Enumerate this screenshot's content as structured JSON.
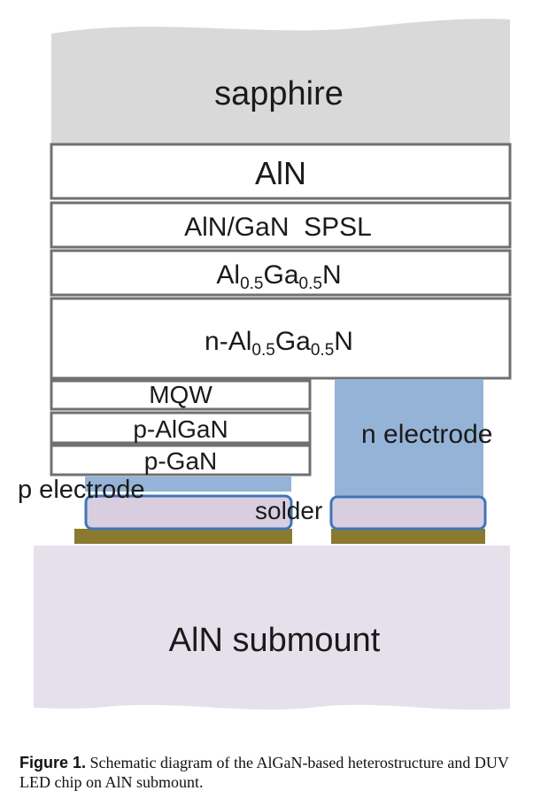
{
  "layers": {
    "sapphire": "sapphire",
    "aln": "AlN",
    "spsl": "AlN/GaN  SPSL",
    "algan": {
      "base_a": "Al",
      "sub_a": "0.5",
      "base_b": "Ga",
      "sub_b": "0.5",
      "tail": "N"
    },
    "n_algan": {
      "prefix": "n-",
      "base_a": "Al",
      "sub_a": "0.5",
      "base_b": "Ga",
      "sub_b": "0.5",
      "tail": "N"
    },
    "mqw": "MQW",
    "p_algan": "p-AlGaN",
    "p_gan": "p-GaN"
  },
  "labels": {
    "p_electrode": "p electrode",
    "n_electrode": "n electrode",
    "solder": "solder",
    "submount": "AlN submount"
  },
  "colors": {
    "sapphire": "#d9d9d9",
    "layer_fill": "#ffffff",
    "layer_stroke": "#707070",
    "electrode": "#95b3d7",
    "solder_fill": "#d9cde0",
    "solder_stroke": "#3e76b8",
    "pad": "#8a7a30",
    "submount": "#e6e0ec"
  },
  "caption": {
    "label": "Figure 1.",
    "text": " Schematic diagram of the AlGaN-based heterostructure and DUV LED chip on AlN submount."
  }
}
